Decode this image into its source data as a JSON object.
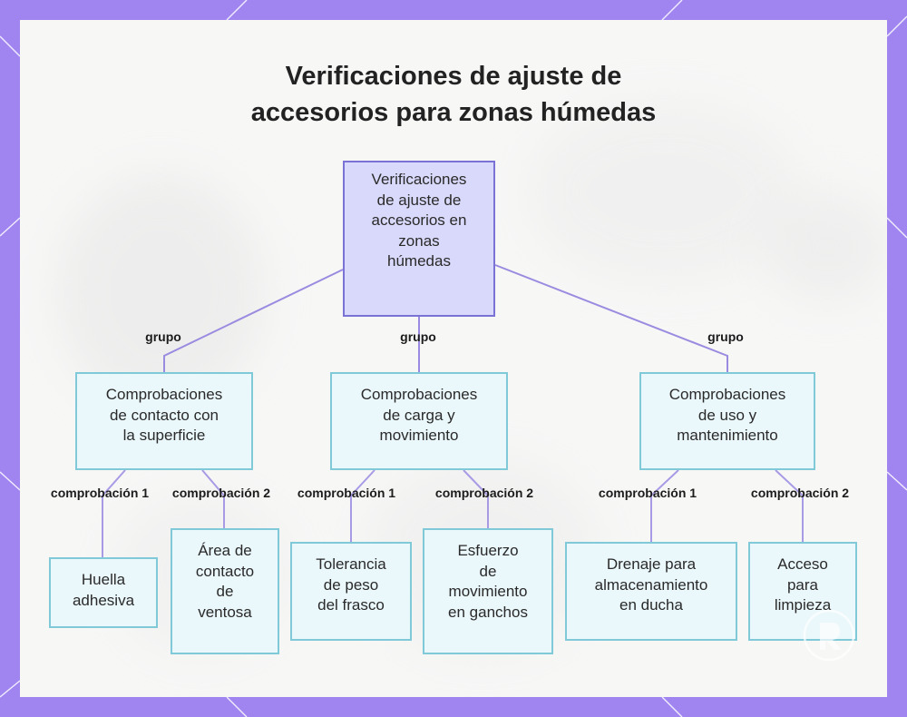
{
  "title_line1": "Verificaciones de ajuste de",
  "title_line2": "accesorios para zonas húmedas",
  "colors": {
    "frame": "#a084f0",
    "card": "#f7f7f6",
    "root_fill": "#d9d9fb",
    "root_border": "#7b72d6",
    "node_fill": "#eaf7fb",
    "node_border": "#7fc9d9",
    "edge_top": "#9b8be0",
    "edge_bottom": "#a99ae6"
  },
  "root": {
    "lines": [
      "Verificaciones",
      "de ajuste de",
      "accesorios en",
      "zonas",
      "húmedas"
    ]
  },
  "groups": [
    {
      "edge_label": "grupo",
      "lines": [
        "Comprobaciones",
        "de contacto con",
        "la superficie"
      ],
      "checks": [
        {
          "edge_label": "comprobación 1",
          "lines": [
            "Huella",
            "adhesiva"
          ]
        },
        {
          "edge_label": "comprobación 2",
          "lines": [
            "Área de",
            "contacto",
            "de",
            "ventosa"
          ]
        }
      ]
    },
    {
      "edge_label": "grupo",
      "lines": [
        "Comprobaciones",
        "de carga y",
        "movimiento"
      ],
      "checks": [
        {
          "edge_label": "comprobación 1",
          "lines": [
            "Tolerancia",
            "de peso",
            "del frasco"
          ]
        },
        {
          "edge_label": "comprobación 2",
          "lines": [
            "Esfuerzo",
            "de",
            "movimiento",
            "en ganchos"
          ]
        }
      ]
    },
    {
      "edge_label": "grupo",
      "lines": [
        "Comprobaciones",
        "de uso y",
        "mantenimiento"
      ],
      "checks": [
        {
          "edge_label": "comprobación 1",
          "lines": [
            "Drenaje para",
            "almacenamiento",
            "en ducha"
          ]
        },
        {
          "edge_label": "comprobación 2",
          "lines": [
            "Acceso",
            "para",
            "limpieza"
          ]
        }
      ]
    }
  ],
  "icons": {
    "watermark": "logo-watermark-icon"
  }
}
